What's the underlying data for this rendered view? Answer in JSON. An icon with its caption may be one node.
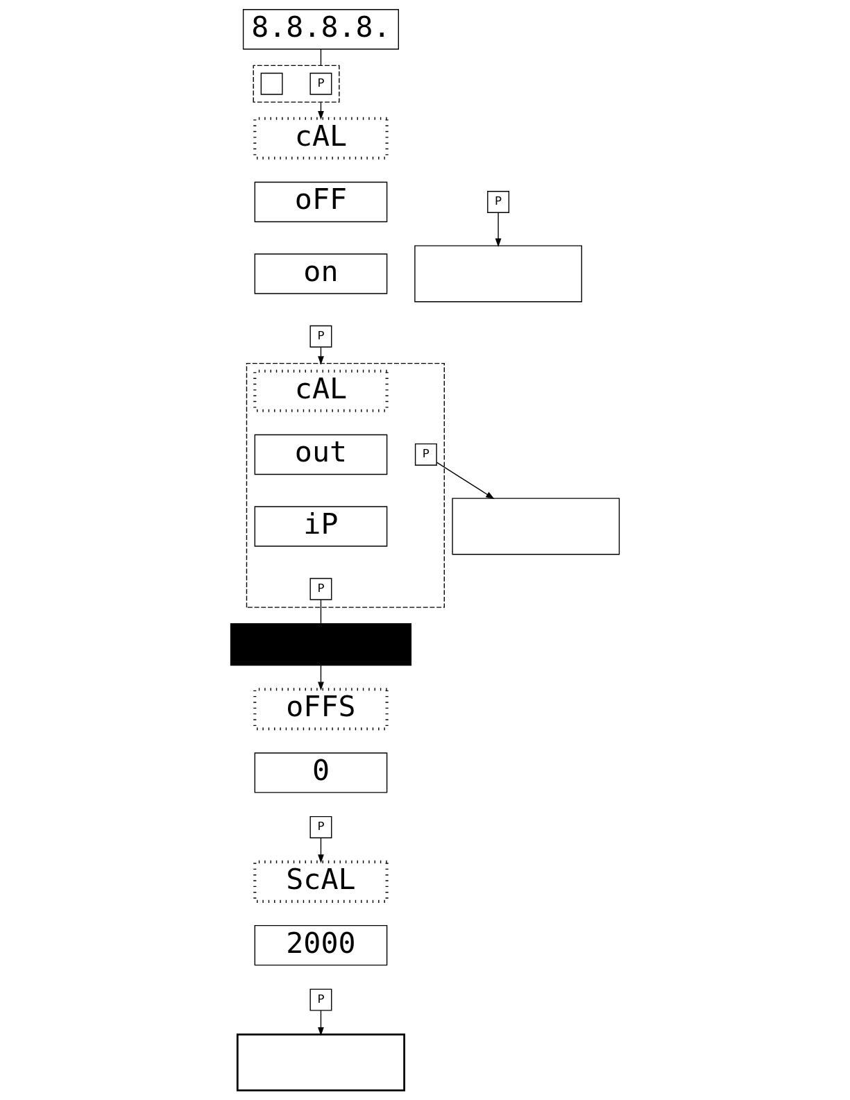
{
  "diagram": {
    "nodes": [
      {
        "text": [
          "8.8.8.8."
        ]
      },
      {
        "text": [],
        "shape": "box"
      },
      {
        "text": [
          "P"
        ],
        "in": 1
      },
      {
        "text": [],
        "shape": "box",
        "in": 1
      },
      {
        "text": [
          "cAL"
        ]
      },
      {
        "text": [
          "oFF"
        ]
      },
      {
        "text": [
          "on"
        ]
      },
      {
        "text": [
          "P"
        ]
      },
      {
        "text": [],
        "shape": "box"
      },
      {
        "text": [
          "P"
        ]
      },
      {
        "text": [],
        "shape": "box"
      },
      {
        "text": [
          "cAL"
        ],
        "in": 10
      },
      {
        "text": [
          "out"
        ],
        "in": 10
      },
      {
        "text": [
          "iP"
        ],
        "in": 10
      },
      {
        "text": [
          "P"
        ],
        "in": 10
      },
      {
        "text": [],
        "shape": "box"
      },
      {
        "text": [
          "P"
        ],
        "in": 10
      },
      {
        "text": [],
        "shape": "bar"
      },
      {
        "text": [
          "oFFS"
        ]
      },
      {
        "text": [
          "0"
        ]
      },
      {
        "text": [
          "P"
        ]
      },
      {
        "text": [
          "ScAL"
        ]
      },
      {
        "text": [
          "2000"
        ]
      },
      {
        "text": [
          "P"
        ]
      },
      {
        "text": [],
        "shape": "box"
      }
    ],
    "edges": [
      {
        "from": 0,
        "to": 1,
        "arrow": "none"
      },
      {
        "from": 1,
        "to": 4,
        "arrow": "to"
      },
      {
        "from": 7,
        "to": 8,
        "arrow": "to"
      },
      {
        "from": 9,
        "to": 10,
        "arrow": "to"
      },
      {
        "from": 14,
        "to": 15,
        "arrow": "to"
      },
      {
        "from": 16,
        "to": 17,
        "arrow": "none"
      },
      {
        "from": 17,
        "to": 18,
        "arrow": "to"
      },
      {
        "from": 20,
        "to": 21,
        "arrow": "to"
      },
      {
        "from": 23,
        "to": 24,
        "arrow": "to"
      }
    ]
  }
}
